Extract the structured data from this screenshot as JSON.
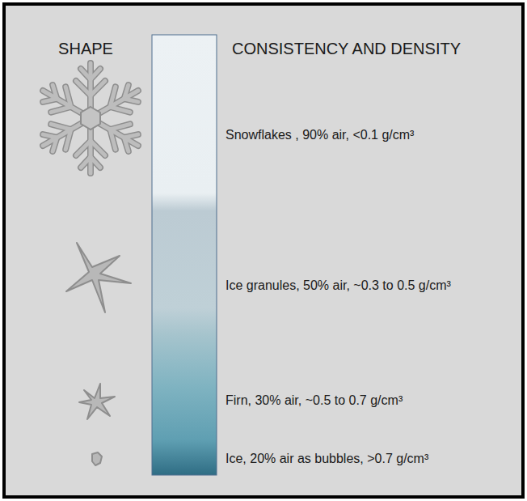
{
  "diagram": {
    "labels": [
      "SHAPE",
      "CONSISTENCY AND DENSITY",
      "Snowflakes , 90% air, <0.1 g/cm³",
      "Ice granules, 50% air, ~0.3 to 0.5 g/cm³",
      "Firn, 30% air, ~0.5 to 0.7 g/cm³",
      "Ice, 20% air as bubbles, >0.7 g/cm³"
    ]
  }
}
